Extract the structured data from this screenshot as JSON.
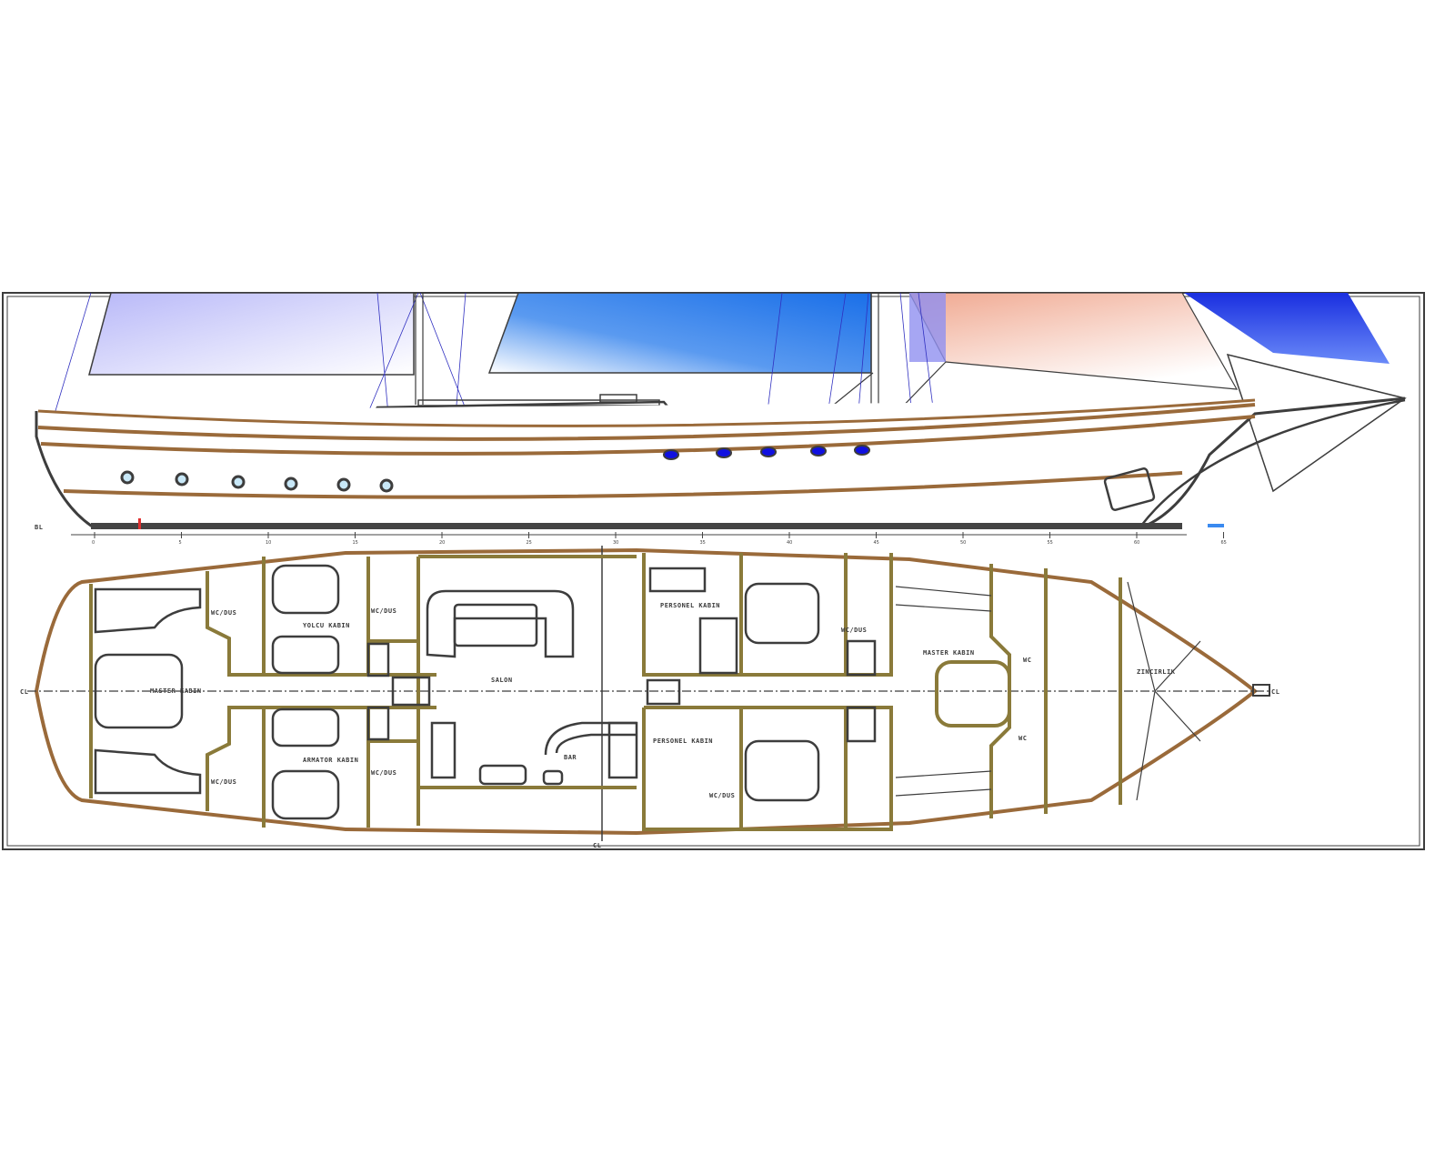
{
  "drawing": {
    "title": "Gulet general arrangement - profile and deck plan",
    "colors": {
      "hull_brown": "#9a6a3a",
      "wall_olive": "#8a7a3a",
      "ink": "#3d3d3d",
      "sail_blue": "#1a4fe0",
      "sail_pink": "#f0a890",
      "window_blue": "#1010e0"
    },
    "profile": {
      "baseline_label": "BL",
      "scale_ticks": [
        "0",
        "5",
        "10",
        "15",
        "20",
        "25",
        "30",
        "35",
        "40",
        "45",
        "50",
        "55",
        "60",
        "65"
      ]
    },
    "plan": {
      "rooms": [
        {
          "name": "master-aft",
          "label": "MASTER KABIN"
        },
        {
          "name": "cabin-port-aft",
          "label": "YOLCU KABIN"
        },
        {
          "name": "cabin-stbd-aft",
          "label": "ARMATOR KABIN"
        },
        {
          "name": "salon",
          "label": "SALON"
        },
        {
          "name": "bar",
          "label": "BAR"
        },
        {
          "name": "crew-port",
          "label": "PERSONEL KABIN"
        },
        {
          "name": "crew-stbd",
          "label": "PERSONEL KABIN"
        },
        {
          "name": "master-fwd",
          "label": "MASTER KABIN"
        },
        {
          "name": "wc-fwd-port",
          "label": "WC"
        },
        {
          "name": "wc-fwd-stbd",
          "label": "WC"
        },
        {
          "name": "chain-locker",
          "label": "ZINCIRLIK"
        }
      ],
      "wc_labels": [
        "WC/DUS",
        "WC/DUS",
        "WC/DUS",
        "WC/DUS",
        "WC/DUS",
        "WC/DUS"
      ],
      "centerline_label": "CL",
      "bottom_mark": "CL"
    }
  }
}
